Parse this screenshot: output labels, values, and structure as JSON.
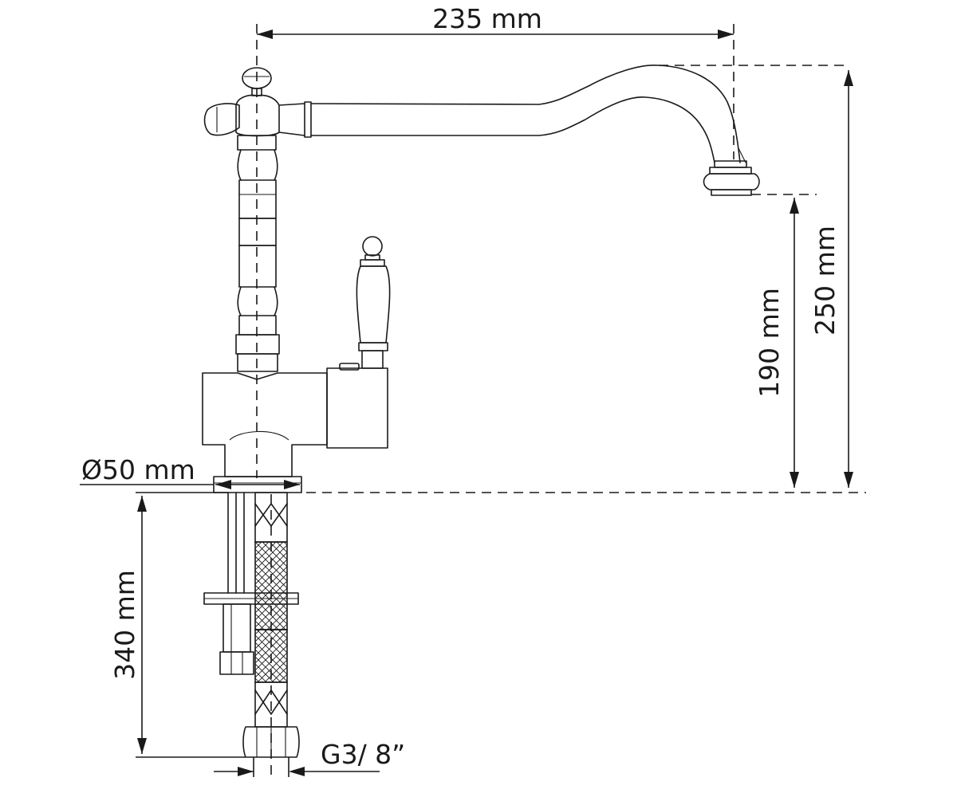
{
  "dimensions": {
    "spout_reach": "235 mm",
    "total_height": "250 mm",
    "spout_height": "190 mm",
    "base_diameter": "Ø50 mm",
    "hose_length": "340 mm",
    "thread": "G3/ 8”"
  }
}
